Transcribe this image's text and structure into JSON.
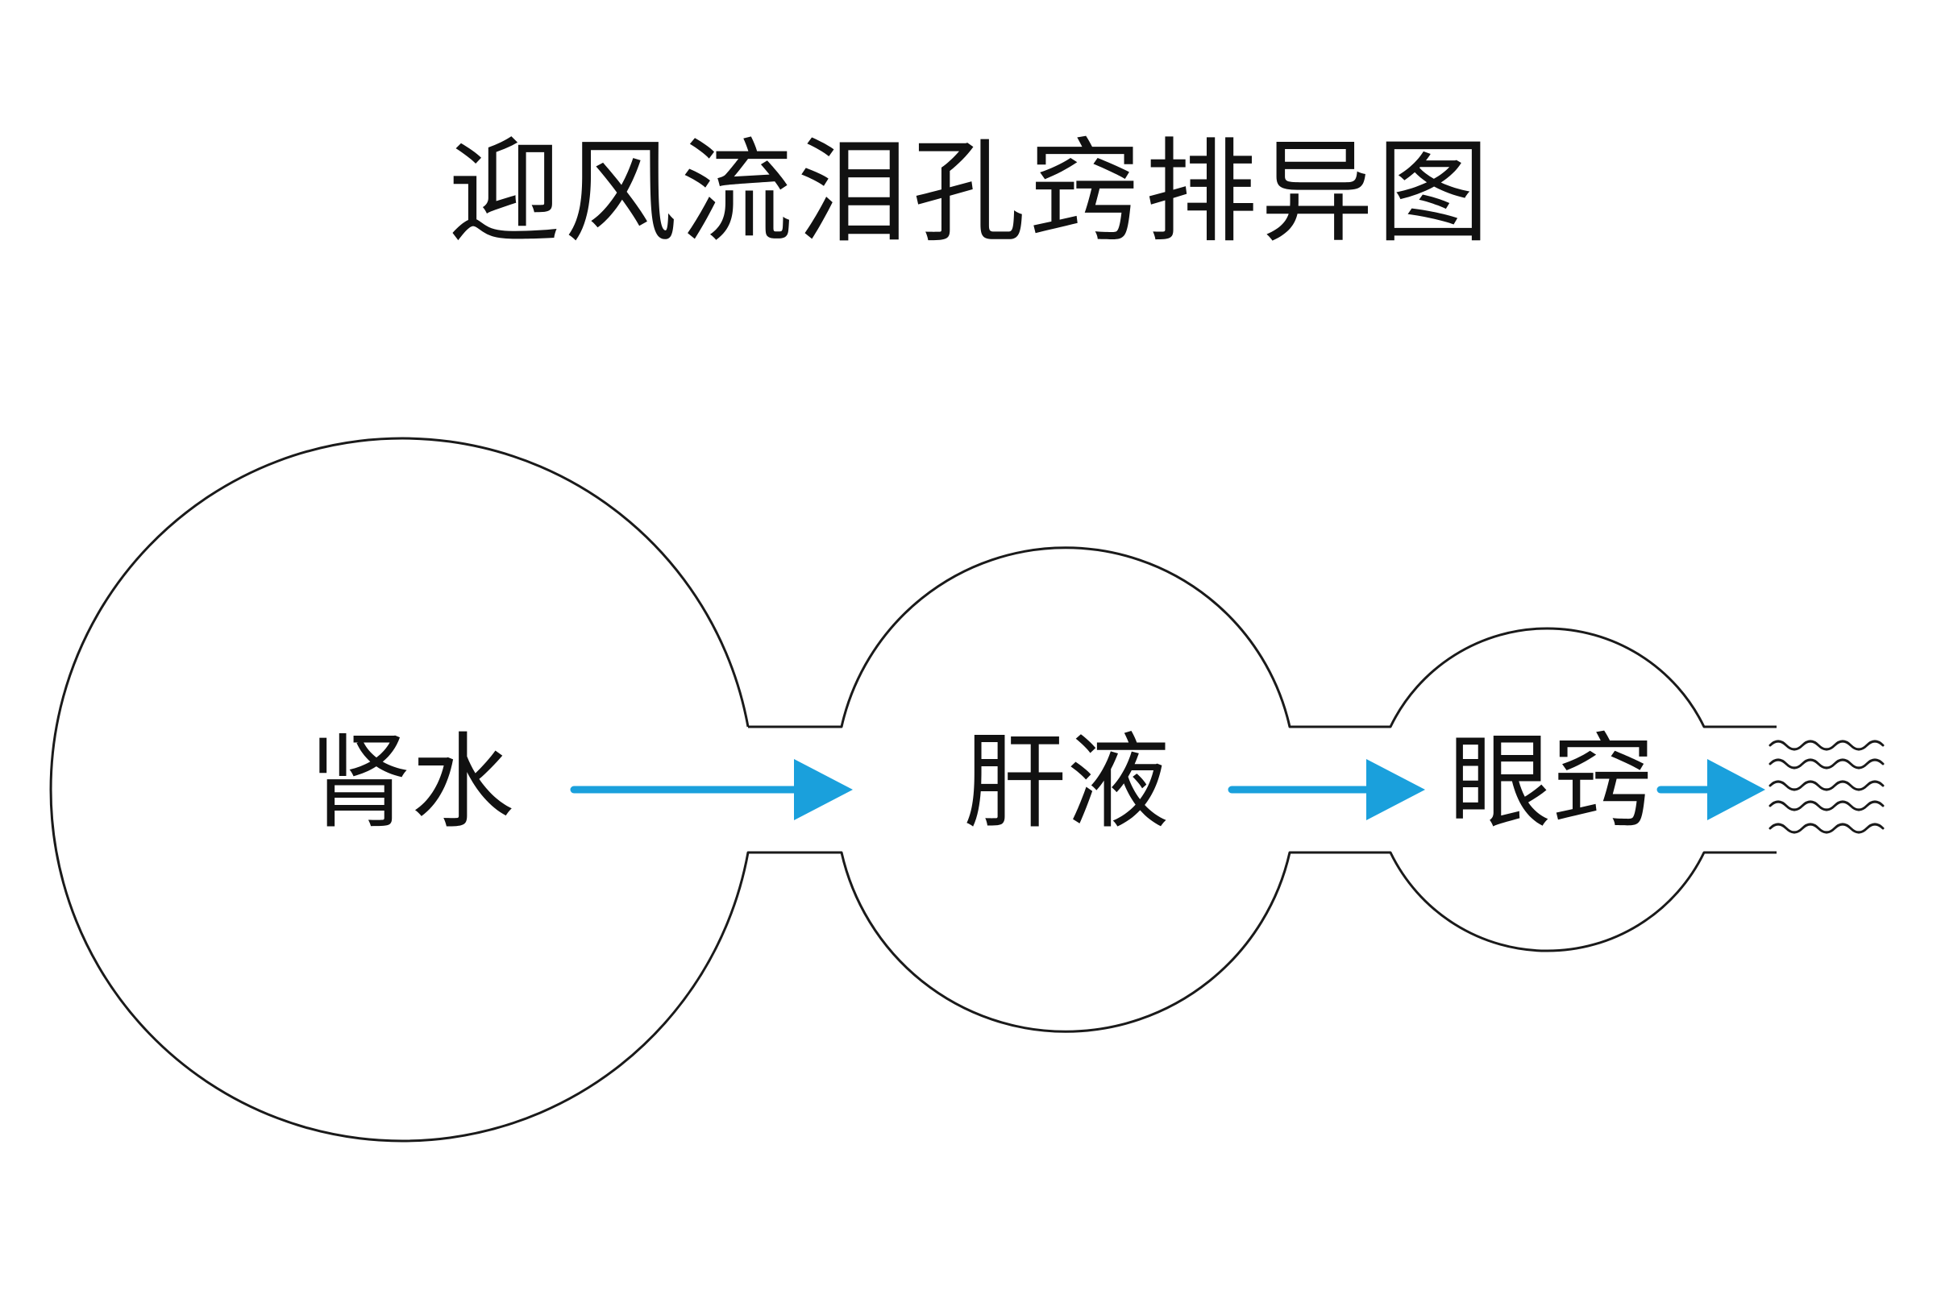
{
  "title": "迎风流泪孔窍排异图",
  "nodes": [
    {
      "id": "kidney",
      "label": "肾水"
    },
    {
      "id": "liver",
      "label": "肝液"
    },
    {
      "id": "eye",
      "label": "眼窍"
    }
  ],
  "colors": {
    "outline": "#1a1a1a",
    "arrow": "#1aa0dc",
    "text": "#111111"
  },
  "icons": {
    "outflow": "wavy-lines-icon"
  }
}
